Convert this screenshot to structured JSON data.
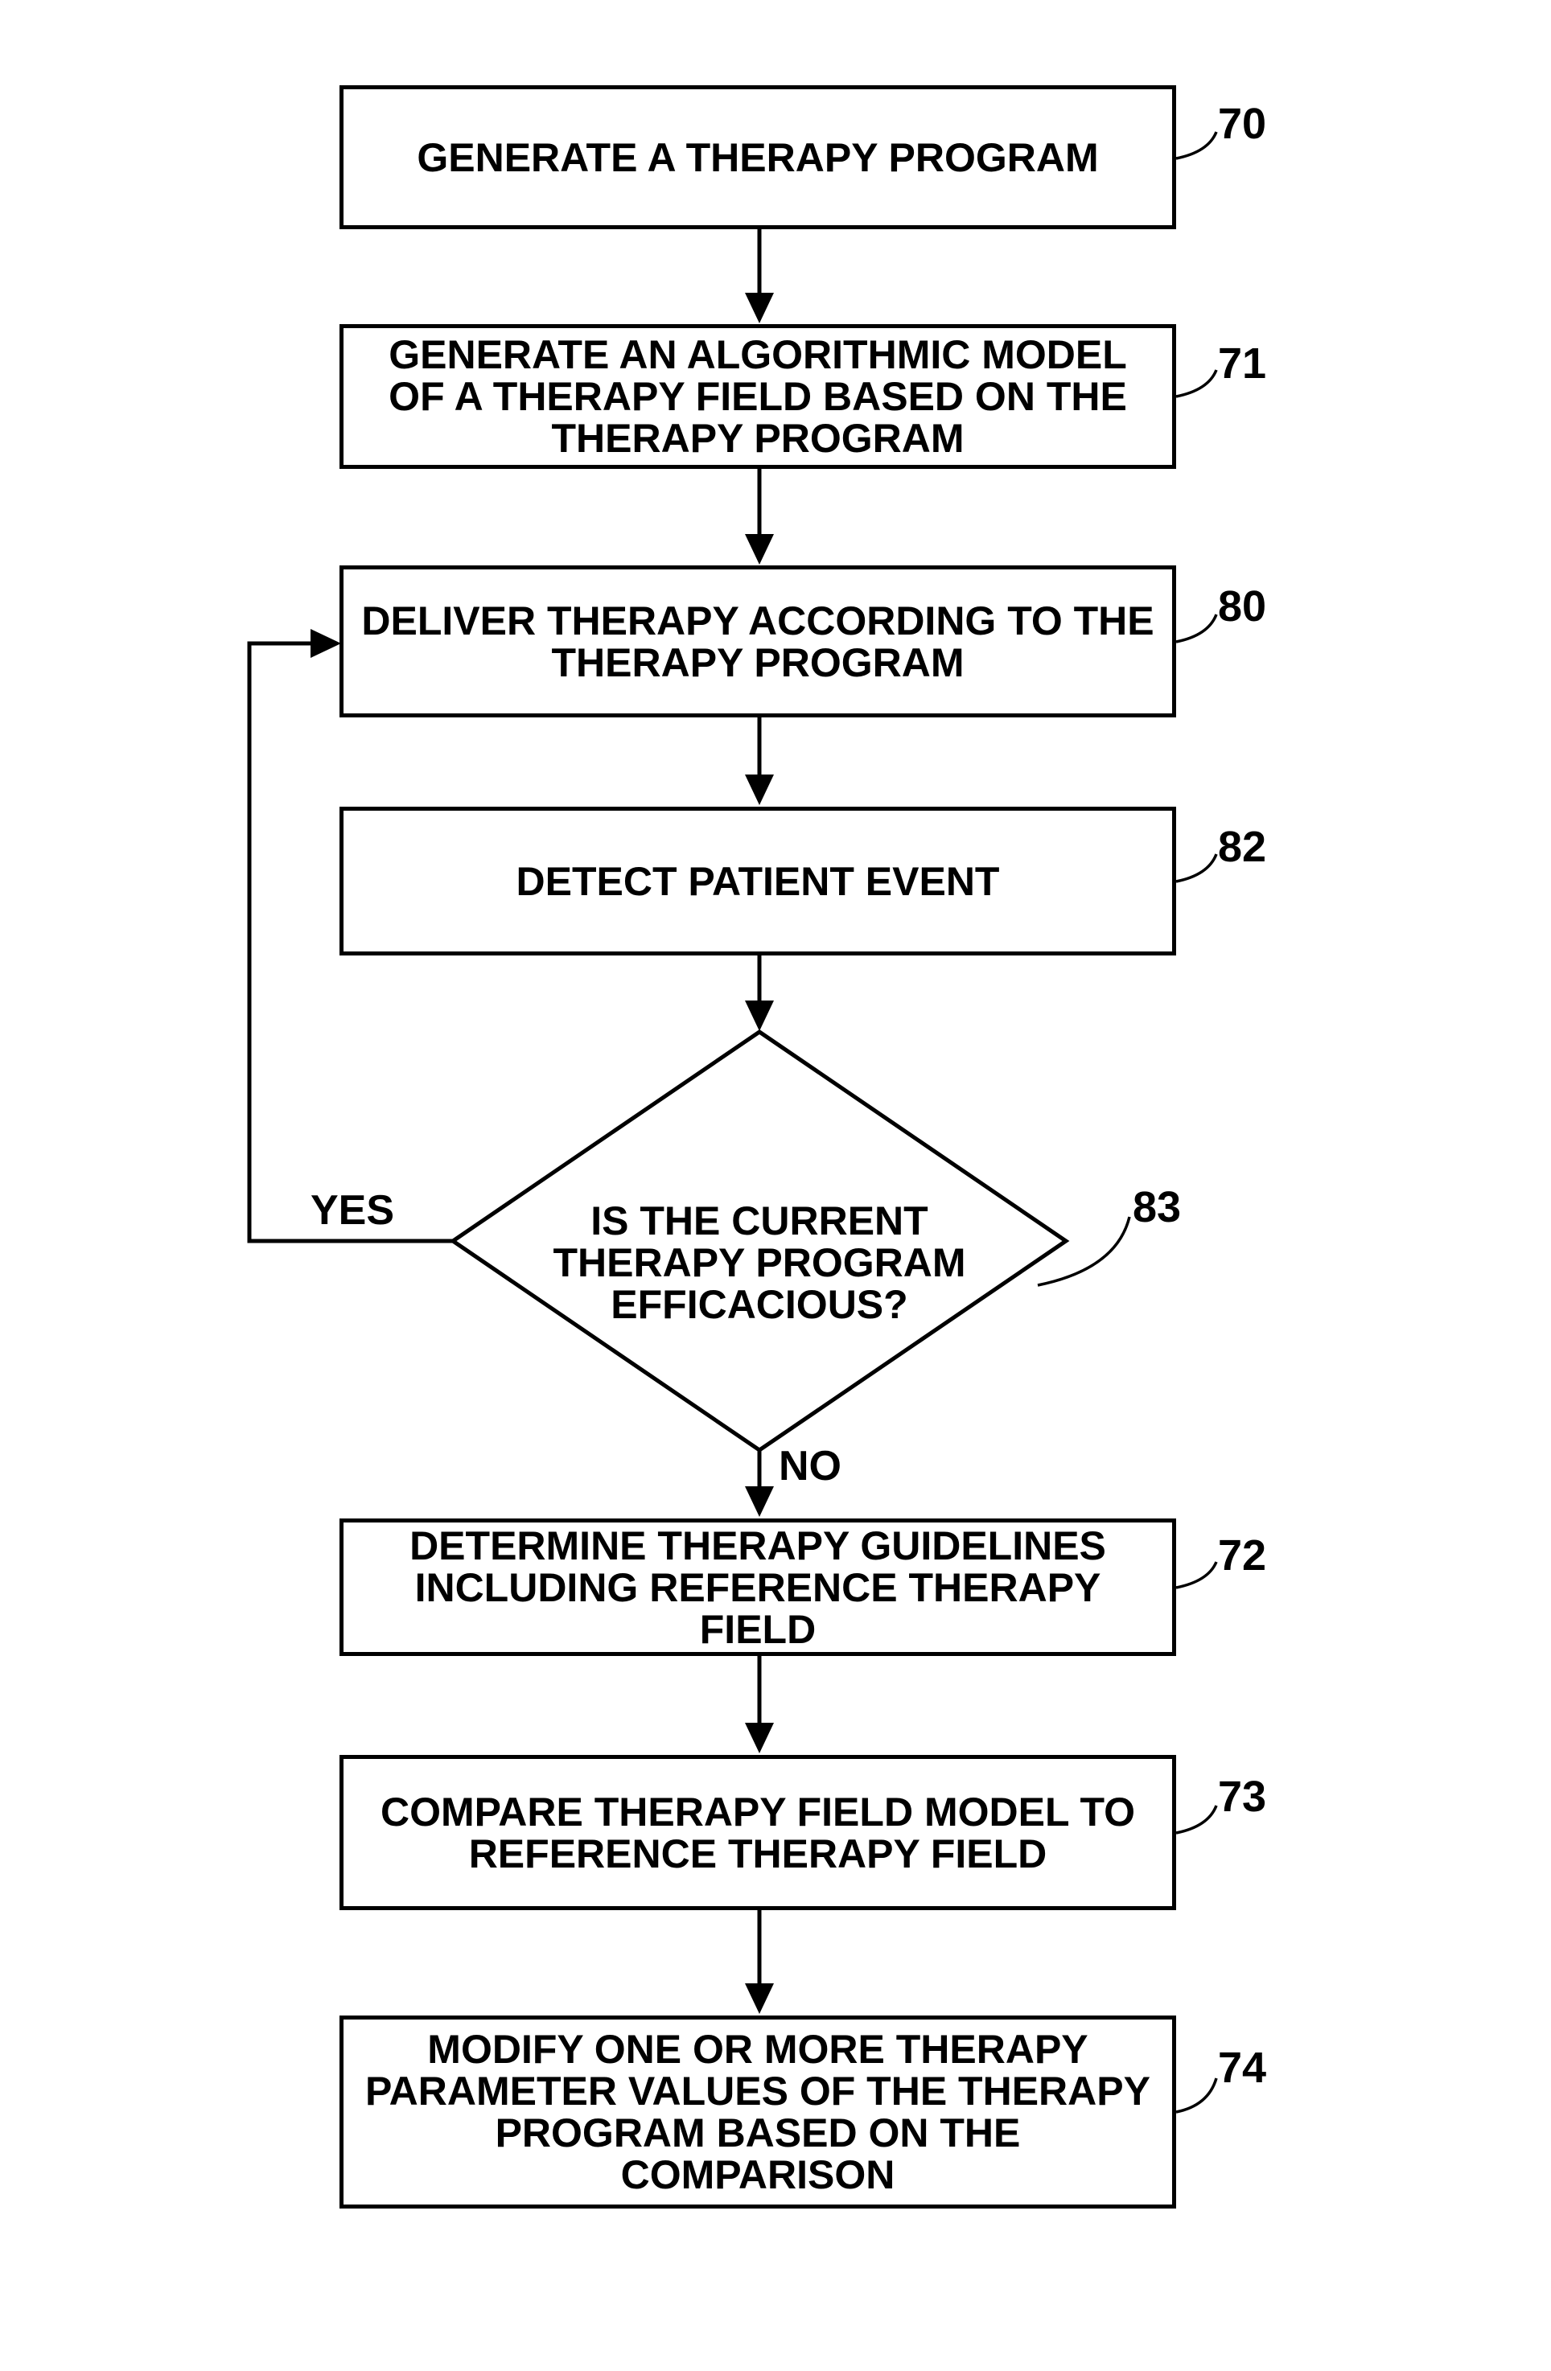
{
  "figure": {
    "type": "flowchart",
    "colors": {
      "line": "#000000",
      "background": "#ffffff",
      "text": "#000000"
    },
    "nodes": [
      {
        "id": "70",
        "shape": "rect",
        "ref": "70",
        "label": "GENERATE A THERAPY PROGRAM"
      },
      {
        "id": "71",
        "shape": "rect",
        "ref": "71",
        "label": "GENERATE AN ALGORITHMIC MODEL\nOF A THERAPY FIELD BASED ON THE\nTHERAPY PROGRAM"
      },
      {
        "id": "80",
        "shape": "rect",
        "ref": "80",
        "label": "DELIVER THERAPY ACCORDING TO THE\nTHERAPY PROGRAM"
      },
      {
        "id": "82",
        "shape": "rect",
        "ref": "82",
        "label": "DETECT PATIENT EVENT"
      },
      {
        "id": "83",
        "shape": "diamond",
        "ref": "83",
        "label": "IS THE CURRENT\nTHERAPY PROGRAM\nEFFICACIOUS?"
      },
      {
        "id": "72",
        "shape": "rect",
        "ref": "72",
        "label": "DETERMINE THERAPY GUIDELINES\nINCLUDING REFERENCE THERAPY\nFIELD"
      },
      {
        "id": "73",
        "shape": "rect",
        "ref": "73",
        "label": "COMPARE THERAPY FIELD MODEL TO\nREFERENCE THERAPY FIELD"
      },
      {
        "id": "74",
        "shape": "rect",
        "ref": "74",
        "label": "MODIFY ONE OR MORE THERAPY\nPARAMETER VALUES OF THE THERAPY\nPROGRAM BASED ON THE\nCOMPARISON"
      }
    ],
    "decision": {
      "yes_label": "YES",
      "no_label": "NO"
    },
    "edges": [
      {
        "from": "70",
        "to": "71"
      },
      {
        "from": "71",
        "to": "80"
      },
      {
        "from": "80",
        "to": "82"
      },
      {
        "from": "82",
        "to": "83"
      },
      {
        "from": "83",
        "to": "80",
        "label": "YES"
      },
      {
        "from": "83",
        "to": "72",
        "label": "NO"
      },
      {
        "from": "72",
        "to": "73"
      },
      {
        "from": "73",
        "to": "74"
      }
    ]
  }
}
